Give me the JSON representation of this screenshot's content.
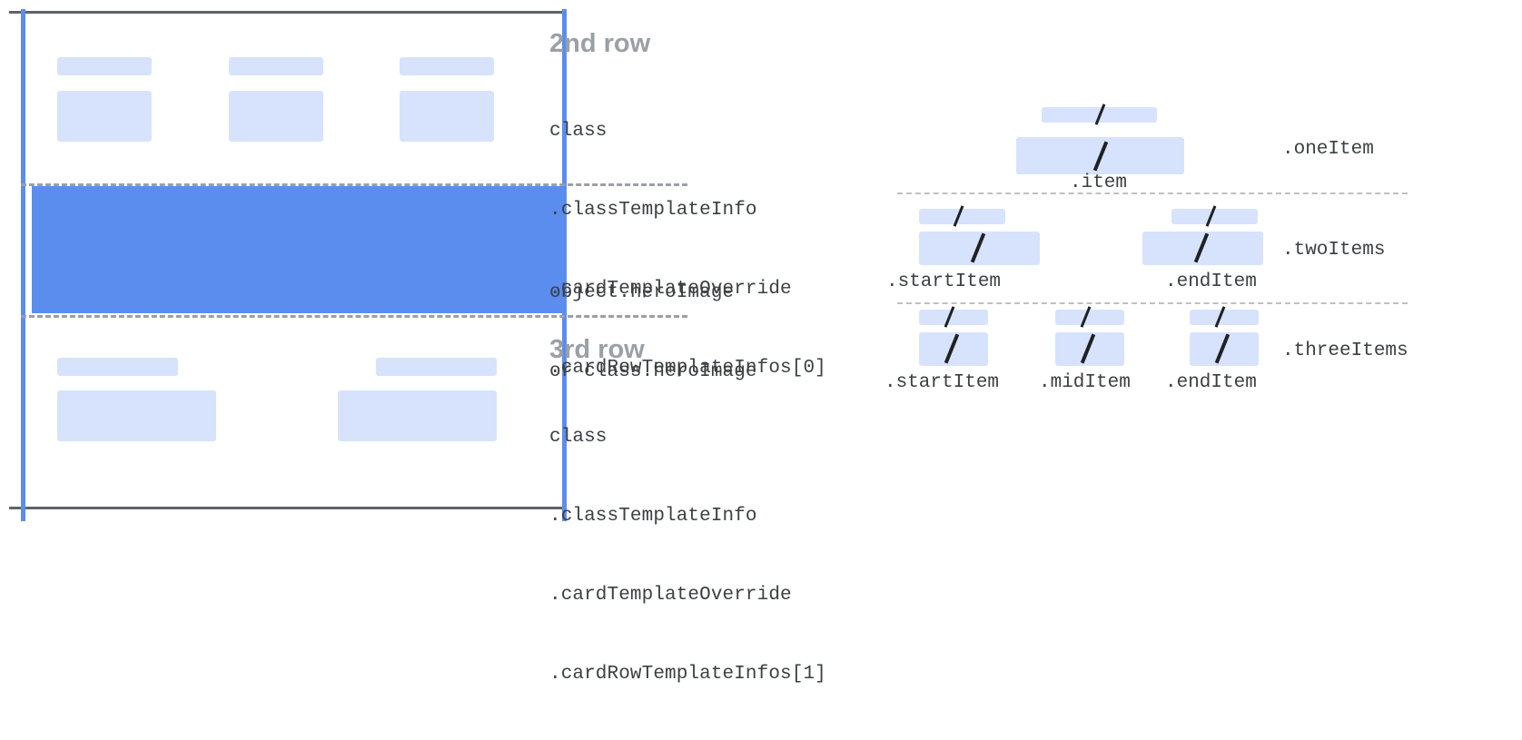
{
  "card_diagram": {
    "name": "card-row-template-diagram",
    "rows": [
      {
        "id": "second-row",
        "title": "2nd row",
        "code_lines": [
          "class",
          ".classTemplateInfo",
          ".cardTemplateOverride",
          ".cardRowTemplateInfos[0]"
        ]
      },
      {
        "id": "hero-image-row",
        "title": "",
        "code_lines": [
          "object.heroImage",
          "or class.heroImage"
        ]
      },
      {
        "id": "third-row",
        "title": "3rd row",
        "code_lines": [
          "class",
          ".classTemplateInfo",
          ".cardTemplateOverride",
          ".cardRowTemplateInfos[1]"
        ]
      }
    ]
  },
  "item_diagram": {
    "name": "row-item-layout-diagram",
    "groups": [
      {
        "id": "one-item",
        "label": ".oneItem",
        "items": [
          {
            "caption": ".item"
          }
        ]
      },
      {
        "id": "two-items",
        "label": ".twoItems",
        "items": [
          {
            "caption": ".startItem"
          },
          {
            "caption": ".endItem"
          }
        ]
      },
      {
        "id": "three-items",
        "label": ".threeItems",
        "items": [
          {
            "caption": ".startItem"
          },
          {
            "caption": ".midItem"
          },
          {
            "caption": ".endItem"
          }
        ]
      }
    ]
  },
  "colors": {
    "accent_blue": "#5b8def",
    "chip_blue": "#d7e3fc",
    "rule_gray": "#5f6368",
    "dash_gray": "#9aa0a6",
    "text_gray": "#3c4043",
    "title_gray": "#9aa0a6"
  }
}
